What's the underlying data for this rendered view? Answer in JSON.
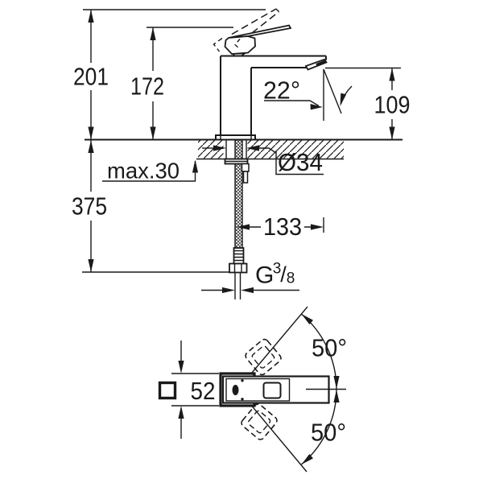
{
  "drawing": {
    "type": "faucet-installation-dimension-diagram",
    "colors": {
      "line": "#1a1a1a",
      "background": "#ffffff"
    },
    "labels": {
      "overall_height": "201",
      "spout_tip_height": "172",
      "aerator_angle": "22°",
      "spout_height": "109",
      "max_counter_thickness": "max.30",
      "shank_diameter": "Ø34",
      "below_counter_length": "375",
      "spout_offset": "133",
      "thread_g": "G",
      "thread_numerator": "3",
      "thread_slash": "/",
      "thread_denominator": "8",
      "body_square_width": "52",
      "handle_swivel_up": "50°",
      "handle_swivel_down": "50°"
    }
  }
}
